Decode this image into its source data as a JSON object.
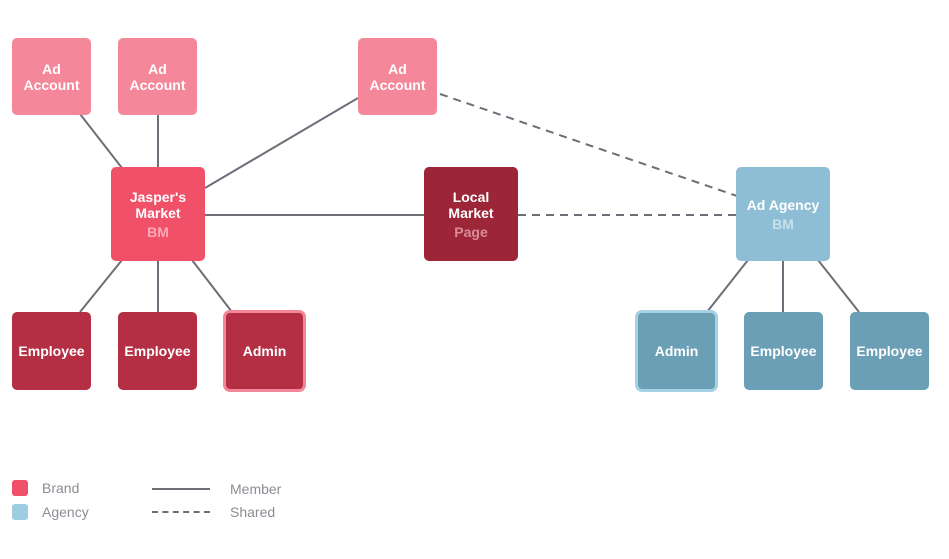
{
  "nodes": {
    "ad_account_1": {
      "line1": "Ad",
      "line2": "Account"
    },
    "ad_account_2": {
      "line1": "Ad",
      "line2": "Account"
    },
    "ad_account_3": {
      "line1": "Ad",
      "line2": "Account"
    },
    "jaspers_market": {
      "line1": "Jasper's",
      "line2": "Market",
      "sub": "BM"
    },
    "local_market": {
      "line1": "Local",
      "line2": "Market",
      "sub": "Page"
    },
    "ad_agency": {
      "line1": "Ad Agency",
      "sub": "BM"
    },
    "brand_employee_1": {
      "label": "Employee"
    },
    "brand_employee_2": {
      "label": "Employee"
    },
    "brand_admin": {
      "label": "Admin"
    },
    "agency_admin": {
      "label": "Admin"
    },
    "agency_employee_1": {
      "label": "Employee"
    },
    "agency_employee_2": {
      "label": "Employee"
    }
  },
  "legend": {
    "brand": "Brand",
    "agency": "Agency",
    "member": "Member",
    "shared": "Shared"
  },
  "colors": {
    "brand": "#f15069",
    "agency": "#9ecce0",
    "ad_account": "#f4879a",
    "page": "#9c2638",
    "brand_employee": "#b52f44",
    "agency_employee": "#6a9fb6",
    "edge": "#6c6f78"
  }
}
